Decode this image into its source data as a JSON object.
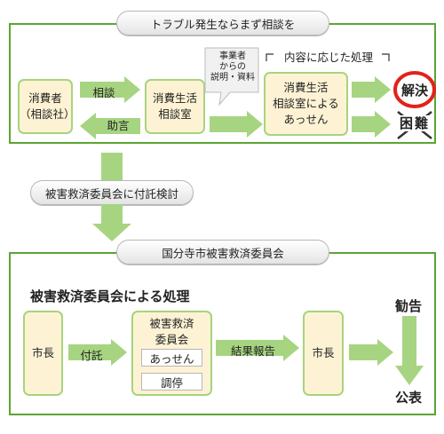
{
  "top": {
    "header": "トラブル発生ならまず相談を",
    "consumer": [
      "消費者",
      "（相談社）"
    ],
    "consult_label": "相談",
    "advice_label": "助言",
    "center": [
      "消費生活",
      "相談室"
    ],
    "explain_label": [
      "事業者",
      "からの",
      "説明・資料"
    ],
    "bracket_label": "内容に応じた処理",
    "mediation": [
      "消費生活",
      "相談室による",
      "あっせん"
    ],
    "resolved": "解決",
    "difficult": [
      "困",
      "難"
    ]
  },
  "middle": {
    "referral": "被害救済委員会に付託検討"
  },
  "bottom": {
    "header": "国分寺市被害救済委員会",
    "heading": "被害救済委員会による処理",
    "mayor_left": "市長",
    "refer_label": "付託",
    "committee": [
      "被害救済",
      "委員会"
    ],
    "sub1": "あっせん",
    "sub2": "調停",
    "result_label": "結果報告",
    "mayor_right": "市長",
    "advice": "勧告",
    "publish": "公表"
  },
  "colors": {
    "panel_border": "#5aa535",
    "arrow_fill": "#a7d481",
    "box_fill": "#fdf3d4",
    "resolved_ring": "#e2231a"
  }
}
